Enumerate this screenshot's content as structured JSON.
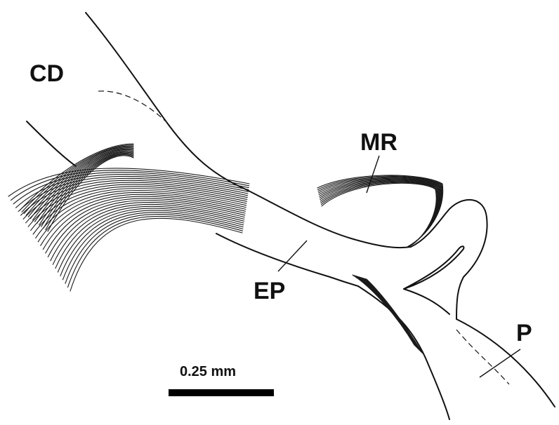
{
  "labels": {
    "cd": "CD",
    "mr": "MR",
    "ep": "EP",
    "p": "P"
  },
  "scale_bar": {
    "text": "0.25 mm"
  },
  "colors": {
    "ink": "#111111",
    "background": "#ffffff"
  }
}
